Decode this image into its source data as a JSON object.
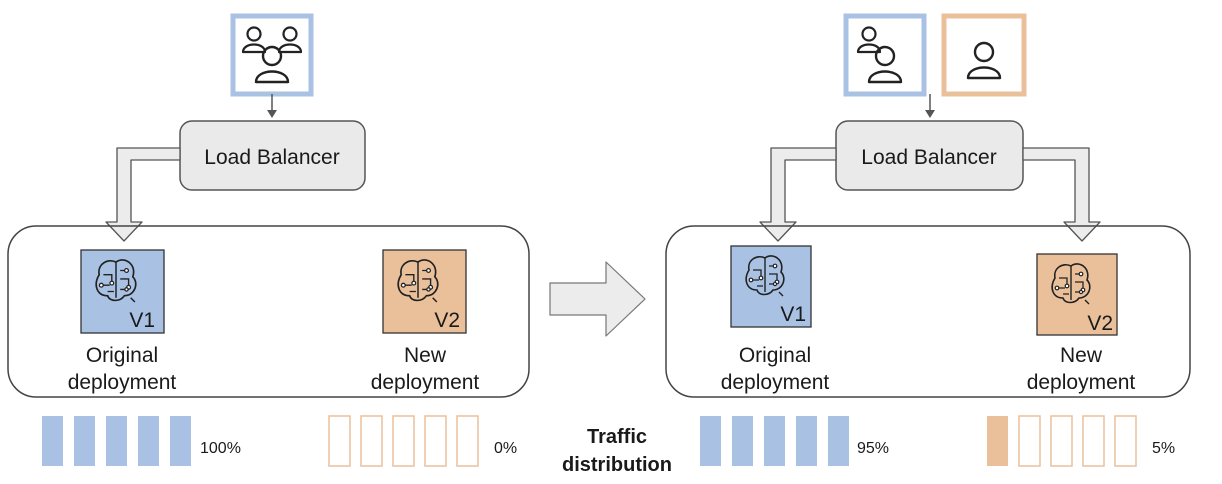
{
  "colors": {
    "v1": "#a9c1e3",
    "v2": "#eac09b",
    "user_box_blue": "#a9c1e3",
    "user_box_orange": "#eac09b",
    "load_balancer_fill": "#eaeaea",
    "outline": "#444444"
  },
  "left": {
    "load_balancer": "Load Balancer",
    "v1": {
      "version": "V1",
      "label_line1": "Original",
      "label_line2": "deployment"
    },
    "v2": {
      "version": "V2",
      "label_line1": "New",
      "label_line2": "deployment"
    },
    "traffic_v1": {
      "percent_label": "100%",
      "fraction": 1.0
    },
    "traffic_v2": {
      "percent_label": "0%",
      "fraction": 0.0
    }
  },
  "right": {
    "load_balancer": "Load Balancer",
    "v1": {
      "version": "V1",
      "label_line1": "Original",
      "label_line2": "deployment"
    },
    "v2": {
      "version": "V2",
      "label_line1": "New",
      "label_line2": "deployment"
    },
    "traffic_v1": {
      "percent_label": "95%",
      "fraction": 0.95
    },
    "traffic_v2": {
      "percent_label": "5%",
      "fraction": 0.05
    }
  },
  "traffic_caption": {
    "line1": "Traffic",
    "line2": "distribution"
  },
  "icons": {
    "users_group": "users-group-icon",
    "user_single": "user-icon",
    "model": "brain-circuit-icon",
    "transition": "arrow-right-icon"
  }
}
